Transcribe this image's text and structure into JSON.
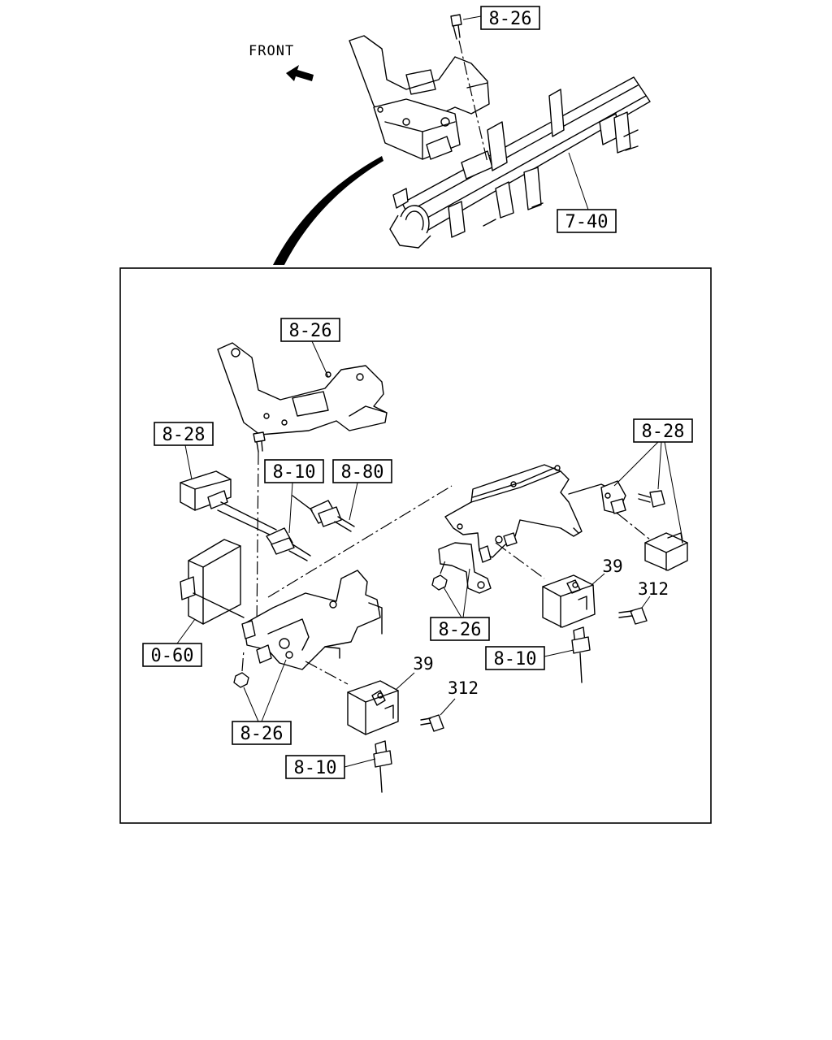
{
  "orientation": {
    "label": "FRONT"
  },
  "callouts": {
    "top_harness_bracket": "8-26",
    "crossmember": "7-40",
    "detail_bracket": "8-26",
    "left_connector": "8-28",
    "harness_clip": "8-10",
    "sensor_connector": "8-80",
    "control_module": "0-60",
    "left_bolts": "8-26",
    "center_bolts": "8-26",
    "right_connectors": "8-28",
    "right_sensor_cover": "39",
    "right_sensor_bolt": "312",
    "right_sensor": "8-10",
    "lower_sensor_cover": "39",
    "lower_sensor_bolt": "312",
    "lower_sensor": "8-10"
  }
}
